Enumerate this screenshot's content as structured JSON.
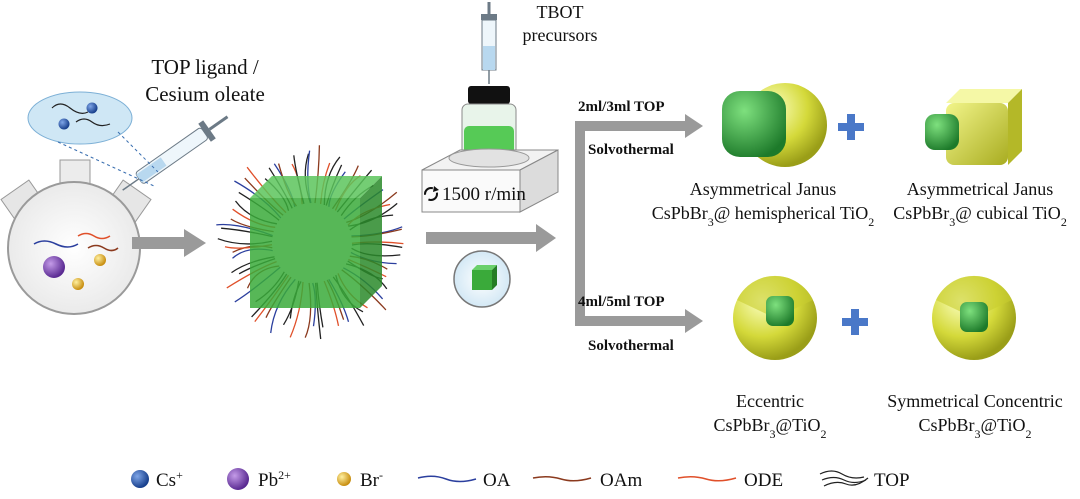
{
  "colors": {
    "cesium": "#1f4fa8",
    "lead": "#7a3db8",
    "bromide": "#e8b020",
    "oa_line": "#2b3f9e",
    "oam_line": "#8b3a1e",
    "ode_line": "#e0502a",
    "top_line": "#222222",
    "perovskite_green": "#3aaa3a",
    "tio2_yellow": "#d8df3a",
    "arrow_gray": "#9a9a9a",
    "plus_blue": "#4a78c8"
  },
  "labels": {
    "top_ligand_line1": "TOP ligand /",
    "top_ligand_line2": "Cesium oleate",
    "tbot_line1": "TBOT",
    "tbot_line2": "precursors",
    "stir_speed": "1500 r/min",
    "branch_upper_condition": "2ml/3ml TOP",
    "branch_upper_method": "Solvothermal",
    "branch_lower_condition": "4ml/5ml TOP",
    "branch_lower_method": "Solvothermal",
    "plus": "+"
  },
  "products": [
    {
      "name": "Asymmetrical Janus",
      "formula": [
        "CsPbBr",
        "3",
        "@ hemispherical TiO",
        "2"
      ]
    },
    {
      "name": "Asymmetrical Janus",
      "formula": [
        "CsPbBr",
        "3",
        "@ cubical TiO",
        "2"
      ]
    },
    {
      "name": "Eccentric",
      "formula": [
        "CsPbBr",
        "3",
        "@TiO",
        "2"
      ]
    },
    {
      "name": "Symmetrical Concentric",
      "formula": [
        "CsPbBr",
        "3",
        "@TiO",
        "2"
      ]
    }
  ],
  "legend": [
    {
      "symbol": "cesium-ball",
      "label": "Cs",
      "sup": "+"
    },
    {
      "symbol": "lead-ball",
      "label": "Pb",
      "sup": "2+"
    },
    {
      "symbol": "bromide-ball",
      "label": "Br",
      "sup": "-"
    },
    {
      "symbol": "oa-line",
      "label": "OA",
      "sup": ""
    },
    {
      "symbol": "oam-line",
      "label": "OAm",
      "sup": ""
    },
    {
      "symbol": "ode-line",
      "label": "ODE",
      "sup": ""
    },
    {
      "symbol": "top-line",
      "label": "TOP",
      "sup": ""
    }
  ]
}
